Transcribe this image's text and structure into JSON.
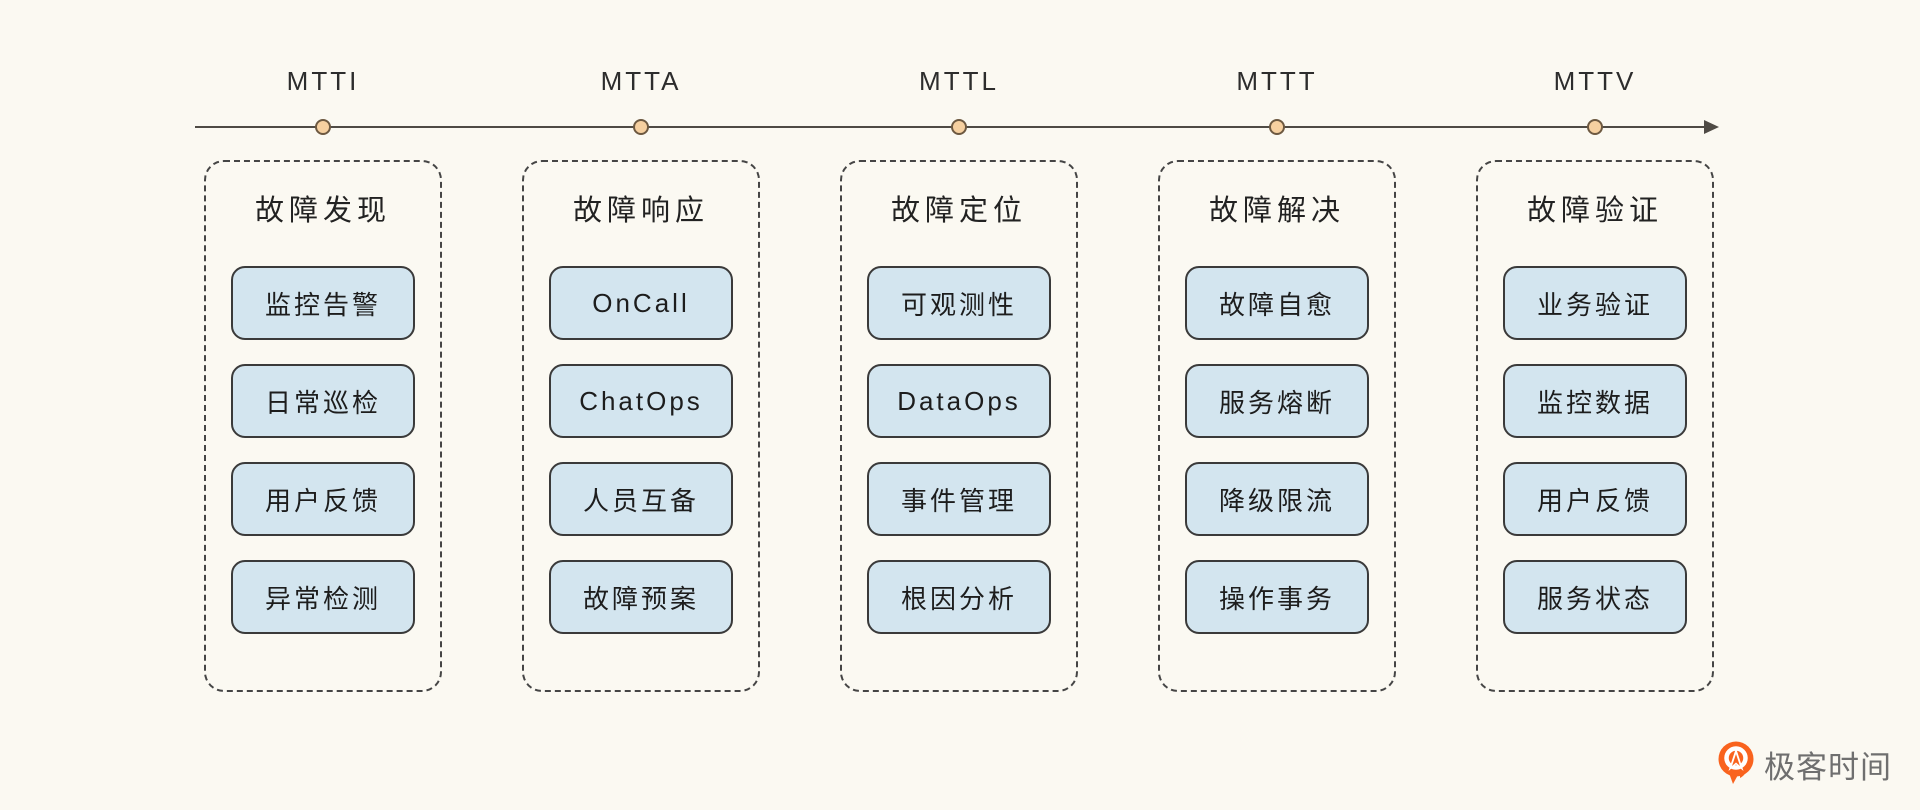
{
  "background_color": "#fbf9f2",
  "timeline": {
    "stages": [
      "MTTI",
      "MTTA",
      "MTTL",
      "MTTT",
      "MTTV"
    ],
    "line_color": "#4f4b45",
    "dot_color": "#f6d0a0",
    "dot_border_color": "#6d5941"
  },
  "columns": [
    {
      "title": "故障发现",
      "items": [
        "监控告警",
        "日常巡检",
        "用户反馈",
        "异常检测"
      ]
    },
    {
      "title": "故障响应",
      "items": [
        "OnCall",
        "ChatOps",
        "人员互备",
        "故障预案"
      ]
    },
    {
      "title": "故障定位",
      "items": [
        "可观测性",
        "DataOps",
        "事件管理",
        "根因分析"
      ]
    },
    {
      "title": "故障解决",
      "items": [
        "故障自愈",
        "服务熔断",
        "降级限流",
        "操作事务"
      ]
    },
    {
      "title": "故障验证",
      "items": [
        "业务验证",
        "监控数据",
        "用户反馈",
        "服务状态"
      ]
    }
  ],
  "item_style": {
    "fill": "#d3e5ef",
    "border": "#3a3a3a",
    "dashed_border": "#454545"
  },
  "logo": {
    "text": "极客时间",
    "icon": "geektime-pin-icon",
    "icon_color": "#f9631e",
    "text_color": "#6f6f6f"
  }
}
